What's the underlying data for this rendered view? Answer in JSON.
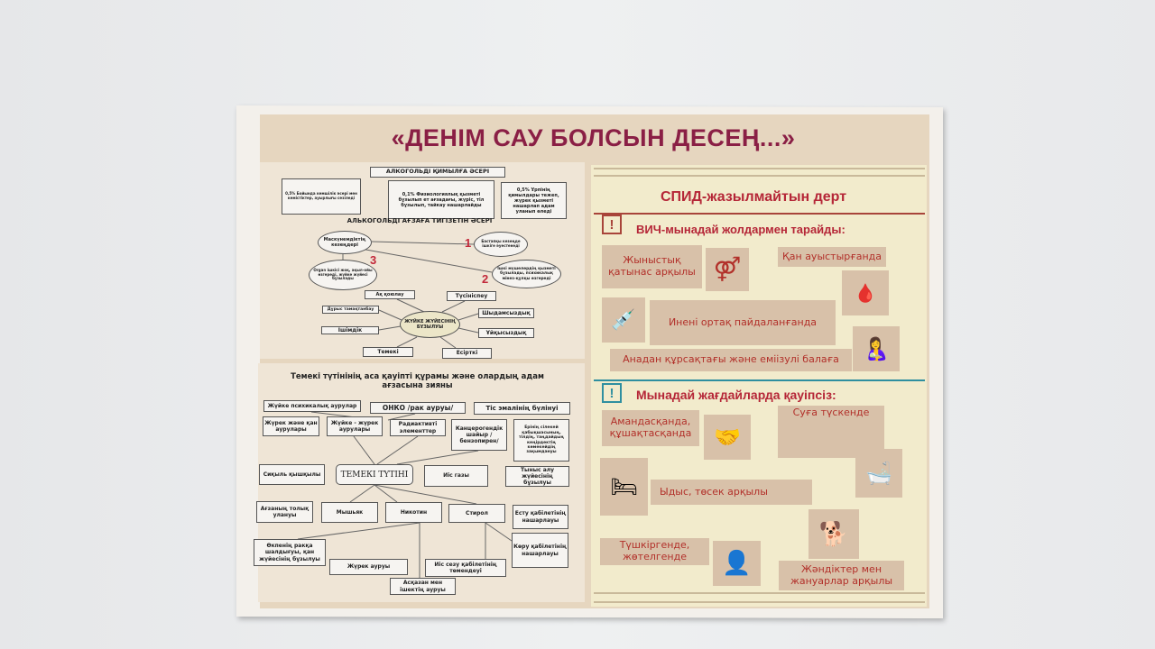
{
  "title": "«ДЕНІМ САУ БОЛСЫН ДЕСЕҢ...»",
  "alcohol": {
    "header1": "АЛКОГОЛЬДІ ҚИМЫЛҒА ӘСЕРІ",
    "box1": "0,5% Бойында кемшілік әсері мен кемістіктер, ауырлығы сезіледі",
    "box2": "0,1% Физиологиялық қызметі бұзылып ет ағзадағы, жүріс, тіл бұзылып, тайкау нашарлайды",
    "box3": "0,5% Ұрпінің қимылдары тежеп, жүрек қызметі нашарлап адам уланып өледі",
    "header2": "АЛЬКОГОЛЬДІ АҒЗАҒА ТИГІЗЕТІН ӘСЕРІ",
    "stages": "Маскүнемдіктің кезеңдері",
    "stage1": "Бастапқы кезеңде ішкіге әуестенеді",
    "stage2": "Ішкі мүшелердің қызметі бұзылады, психикалық мінез-құлқы өзгереді",
    "stage3": "Organ ішкісі жоқ, ақыл-ойы өзгереді, жүйке жүйесі бұзылады",
    "n1": "1",
    "n2": "2",
    "n3": "3",
    "hub": "ЖҮЙКЕ ЖҮЙЕСІНІҢ БҰЗЫЛУЫ",
    "spokes": [
      "Ақ қоюлау",
      "Түсініспеу",
      "Дұрыс тамақтанбау",
      "Шыдамсыздық",
      "Ішімдік",
      "Ұйқысыздық",
      "Темекі",
      "Есірткі"
    ]
  },
  "tobacco": {
    "title": "Темекі түтінінің аса қауіпті құрамы және олардың адам ағзасына зияны",
    "center": "ТЕМЕКІ ТҮТІНІ",
    "boxes": [
      "Жүйке психикалық аурулар",
      "ОНКО /рак ауруы/",
      "Тіс эмалінің бүлінуі",
      "Жүрек және қан аурулары",
      "Жүйке - жүрек аурулары",
      "Радиактивті элементтер",
      "Канцерогендік шайыр /бензопирен/",
      "Ерінің сілекей қабықшасының, тілдің, таңдайдың кеңірдектің көмекейдің зақымдануы",
      "Сиқыль қышқылы",
      "Иіс газы",
      "Тыныс алу жүйесінің бұзылуы",
      "Ағзаның толық улануы",
      "Мышьяк",
      "Никотин",
      "Стирол",
      "Есту қабілетінің нашарлауы",
      "Өкпенің ракқа шалдығуы, қан жүйесінің бұзылуы",
      "Жүрек ауруы",
      "Иіс сезу қабілетінің төмендеуі",
      "Көру қабілетінің нашарлауы",
      "Асқазан мен ішектің ауруы"
    ]
  },
  "aids": {
    "title": "СПИД-жазылмайтын дерт",
    "spread_heading": "ВИЧ-мынадай жолдармен тарайды:",
    "spread": [
      "Жыныстық қатынас арқылы",
      "Қан ауыстырғанда",
      "Инені ортақ пайдаланғанда",
      "Анадан құрсақтағы және еміізулі балаға"
    ],
    "safe_heading": "Мынадай жағдайларда қауіпсіз:",
    "safe": [
      "Амандасқанда, құшақтасқанда",
      "Суға түскенде",
      "Ыдыс, төсек арқылы",
      "Түшкіргенде, жөтелгенде",
      "Жәндіктер мен жануарлар арқылы"
    ],
    "exclaim": "!"
  },
  "colors": {
    "wall": "#e9eaec",
    "title": "#8a1f45",
    "red": "#b2302a",
    "teal": "#2f8fa0",
    "tan": "#d8c1a9"
  }
}
